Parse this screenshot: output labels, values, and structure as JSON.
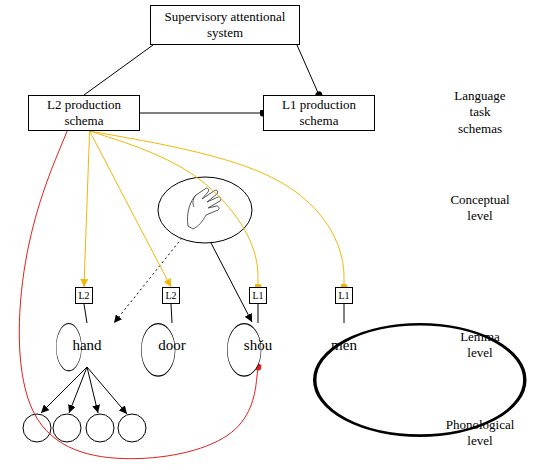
{
  "diagram": {
    "nodes": [
      {
        "text": [
          "Supervisory attentional system"
        ]
      },
      {
        "text": [
          "L2 production schema"
        ]
      },
      {
        "text": [
          "L1 production schema"
        ]
      },
      {
        "text": [
          "L2"
        ]
      },
      {
        "text": [
          "L2"
        ]
      },
      {
        "text": [
          "L1"
        ]
      },
      {
        "text": [
          "L1"
        ]
      },
      {
        "text": [
          "hand"
        ]
      },
      {
        "text": [
          "door"
        ]
      },
      {
        "text": [
          "shǒu"
        ]
      },
      {
        "text": [
          "mén"
        ]
      }
    ],
    "edges": [
      {
        "from": 0,
        "to": 1,
        "arrow": "none"
      },
      {
        "from": 0,
        "to": 2,
        "arrow": "to"
      },
      {
        "from": 1,
        "to": 2,
        "arrow": "to"
      },
      {
        "from": 1,
        "to": 3,
        "arrow": "to"
      },
      {
        "from": 1,
        "to": 4,
        "arrow": "to"
      },
      {
        "from": 1,
        "to": 5,
        "arrow": "to"
      },
      {
        "from": 1,
        "to": 6,
        "arrow": "to"
      },
      {
        "from": 3,
        "to": 7,
        "arrow": "none"
      },
      {
        "from": 4,
        "to": 8,
        "arrow": "none"
      },
      {
        "from": 5,
        "to": 9,
        "arrow": "none"
      },
      {
        "from": 6,
        "to": 10,
        "arrow": "none"
      },
      {
        "from": 1,
        "to": 9,
        "arrow": "to"
      }
    ],
    "labels": [
      "Language task schemas",
      "Conceptual level",
      "Lemma level",
      "Phonological level"
    ]
  }
}
